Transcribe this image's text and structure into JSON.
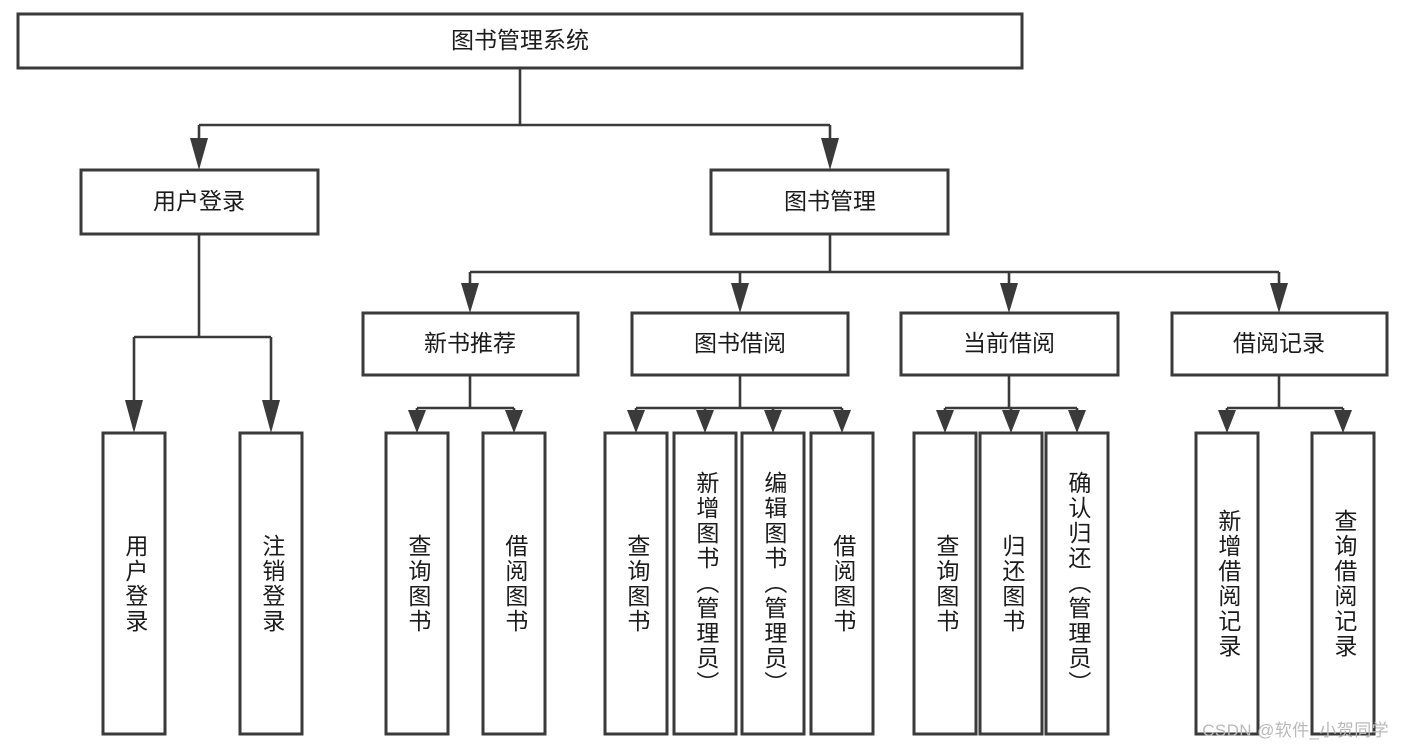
{
  "diagram": {
    "type": "tree",
    "title": "图书管理系统",
    "watermark": "CSDN @软件_小贺同学",
    "colors": {
      "box_stroke": "#3a3a3a",
      "box_fill": "#ffffff",
      "connector": "#3a3a3a",
      "text": "#1b1b1b",
      "watermark": "#b9b9b9",
      "background": "#ffffff"
    },
    "root": {
      "label": "图书管理系统"
    },
    "level2": [
      {
        "label": "用户登录"
      },
      {
        "label": "图书管理"
      }
    ],
    "level3": [
      {
        "label": "新书推荐"
      },
      {
        "label": "图书借阅"
      },
      {
        "label": "当前借阅"
      },
      {
        "label": "借阅记录"
      }
    ],
    "leaves": {
      "user_login": [
        {
          "label": "用户登录"
        },
        {
          "label": "注销登录"
        }
      ],
      "new_book_recommend": [
        {
          "label": "查询图书"
        },
        {
          "label": "借阅图书"
        }
      ],
      "book_borrow": [
        {
          "label": "查询图书"
        },
        {
          "label": "新增图书（管理员）"
        },
        {
          "label": "编辑图书（管理员）"
        },
        {
          "label": "借阅图书"
        }
      ],
      "current_borrow": [
        {
          "label": "查询图书"
        },
        {
          "label": "归还图书"
        },
        {
          "label": "确认归还（管理员）"
        }
      ],
      "borrow_records": [
        {
          "label": "新增借阅记录"
        },
        {
          "label": "查询借阅记录"
        }
      ]
    }
  }
}
